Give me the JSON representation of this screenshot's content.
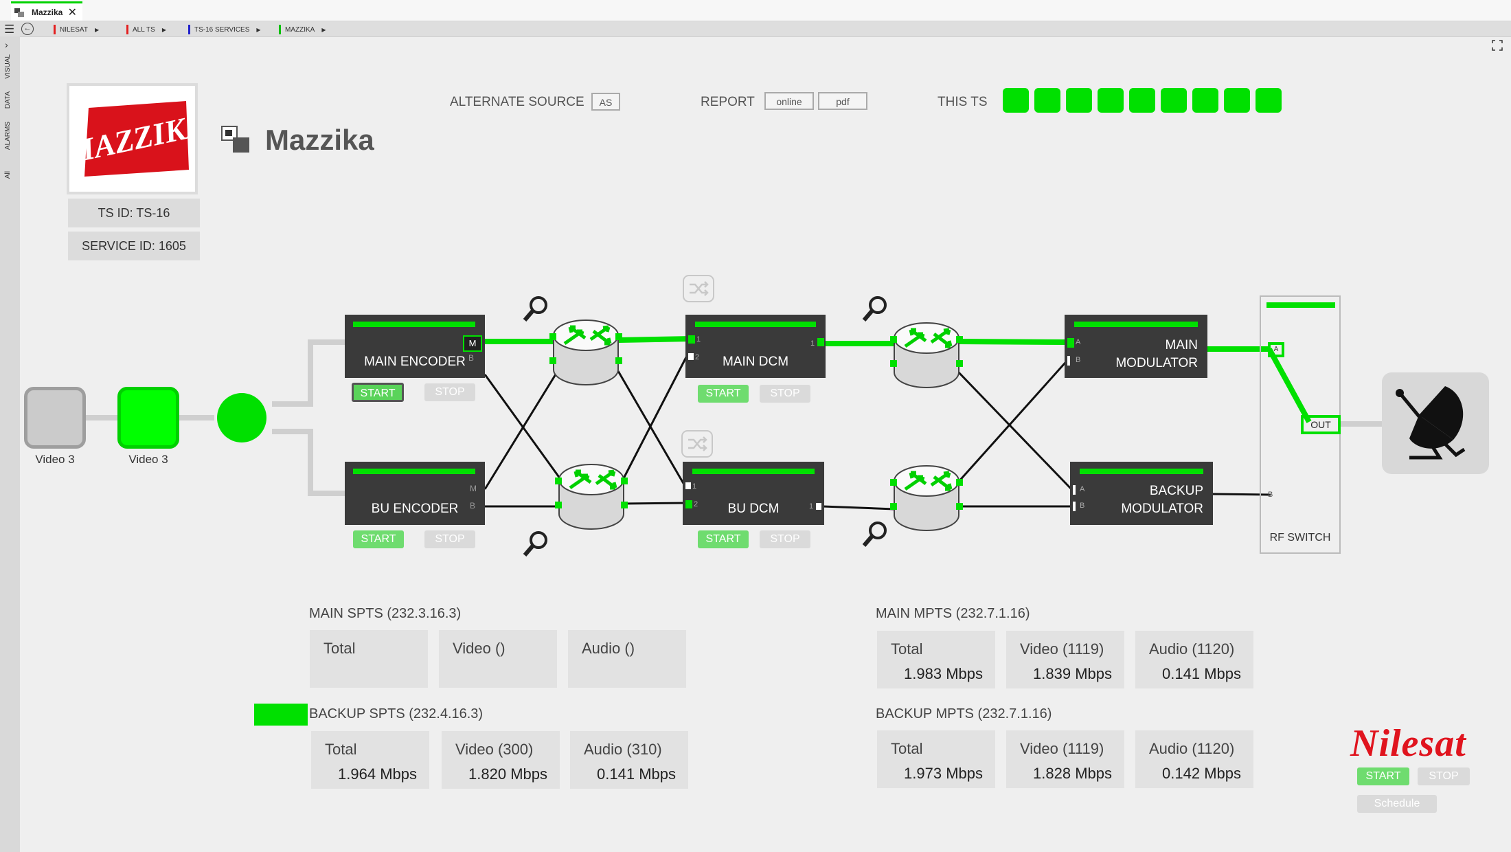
{
  "window": {
    "tab_title": "Mazzika",
    "tab_close": "✕"
  },
  "breadcrumbs": [
    {
      "label": "NILESAT",
      "flag": "#e32020"
    },
    {
      "label": "ALL TS",
      "flag": "#e32020"
    },
    {
      "label": "TS-16 SERVICES",
      "flag": "#2222cc"
    },
    {
      "label": "MAZZIKA",
      "flag": "#00c000"
    }
  ],
  "side_tabs": [
    "VISUAL",
    "DATA",
    "ALARMS",
    "All"
  ],
  "service": {
    "logo_text": "MAZZIKA",
    "name": "Mazzika",
    "ts_id": "TS ID: TS-16",
    "service_id": "SERVICE ID: 1605"
  },
  "top_controls": {
    "alternate_source_label": "ALTERNATE SOURCE",
    "as_button": "AS",
    "report_label": "REPORT",
    "online_button": "online",
    "pdf_button": "pdf",
    "this_ts_label": "THIS TS",
    "this_ts_leds": 9
  },
  "sources": [
    {
      "label": "Video 3",
      "state": "idle"
    },
    {
      "label": "Video 3",
      "state": "active"
    }
  ],
  "devices": {
    "main_encoder": {
      "label": "MAIN ENCODER",
      "port_m": "M",
      "port_b": "B",
      "start": "START",
      "stop": "STOP"
    },
    "bu_encoder": {
      "label": "BU ENCODER",
      "port_m": "M",
      "port_b": "B",
      "start": "START",
      "stop": "STOP"
    },
    "main_dcm": {
      "label": "MAIN DCM",
      "port_1": "1",
      "port_2": "2",
      "port_out": "1",
      "start": "START",
      "stop": "STOP"
    },
    "bu_dcm": {
      "label": "BU DCM",
      "port_1": "1",
      "port_2": "2",
      "port_out": "1",
      "start": "START",
      "stop": "STOP"
    },
    "main_modulator": {
      "label_1": "MAIN",
      "label_2": "MODULATOR",
      "port_a": "A",
      "port_b": "B"
    },
    "backup_modulator": {
      "label_1": "BACKUP",
      "label_2": "MODULATOR",
      "port_a": "A",
      "port_b": "B"
    },
    "rf_switch": {
      "label": "RF SWITCH",
      "in_a": "A",
      "in_b": "B",
      "out": "OUT"
    }
  },
  "main_spts": {
    "title": "MAIN SPTS (232.3.16.3)",
    "cells": [
      {
        "name": "Total",
        "value": ""
      },
      {
        "name": "Video ()",
        "value": ""
      },
      {
        "name": "Audio ()",
        "value": ""
      }
    ]
  },
  "backup_spts": {
    "title": "BACKUP SPTS  (232.4.16.3)",
    "cells": [
      {
        "name": "Total",
        "value": "1.964 Mbps"
      },
      {
        "name": "Video (300)",
        "value": "1.820 Mbps"
      },
      {
        "name": "Audio (310)",
        "value": "0.141 Mbps"
      }
    ]
  },
  "main_mpts": {
    "title": "MAIN MPTS (232.7.1.16)",
    "cells": [
      {
        "name": "Total",
        "value": "1.983 Mbps"
      },
      {
        "name": "Video (1119)",
        "value": "1.839 Mbps"
      },
      {
        "name": "Audio (1120)",
        "value": "0.141 Mbps"
      }
    ]
  },
  "backup_mpts": {
    "title": "BACKUP MPTS  (232.7.1.16)",
    "cells": [
      {
        "name": "Total",
        "value": "1.973 Mbps"
      },
      {
        "name": "Video (1119)",
        "value": "1.828 Mbps"
      },
      {
        "name": "Audio (1120)",
        "value": "0.142 Mbps"
      }
    ]
  },
  "nilesat": {
    "brand": "Nilesat",
    "start": "START",
    "stop": "STOP",
    "schedule": "Schedule"
  },
  "colors": {
    "accent_green": "#00e000",
    "device_dark": "#3a3a3a",
    "brand_red": "#e0141e"
  }
}
